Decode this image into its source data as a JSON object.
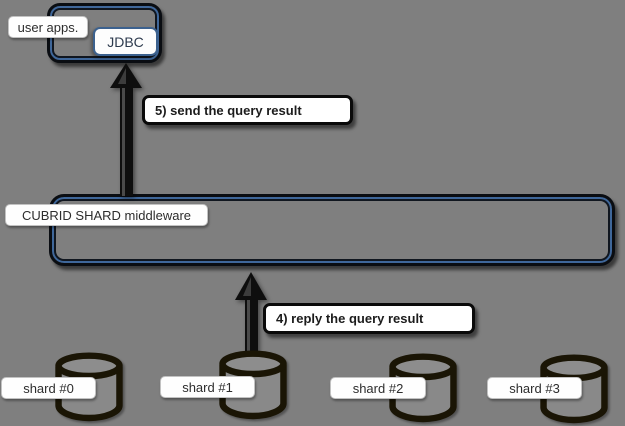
{
  "diagram": {
    "background_color": "#7f7f7f",
    "accent_blue": "#3f679a",
    "frame_border_color": "#0a0d12",
    "cylinder_stroke_color": "#1a1505",
    "nodes": {
      "user_apps": {
        "label": "user apps."
      },
      "jdbc": {
        "label": "JDBC"
      },
      "middleware": {
        "label": "CUBRID SHARD middleware"
      },
      "shards": [
        {
          "label": "shard #0"
        },
        {
          "label": "shard #1"
        },
        {
          "label": "shard #2"
        },
        {
          "label": "shard #3"
        }
      ]
    },
    "flows": {
      "step5": {
        "label": "5) send the query result",
        "direction": "shard-middleware-to-jdbc"
      },
      "step4": {
        "label": "4) reply the query result",
        "direction": "shard1-to-middleware"
      }
    }
  }
}
